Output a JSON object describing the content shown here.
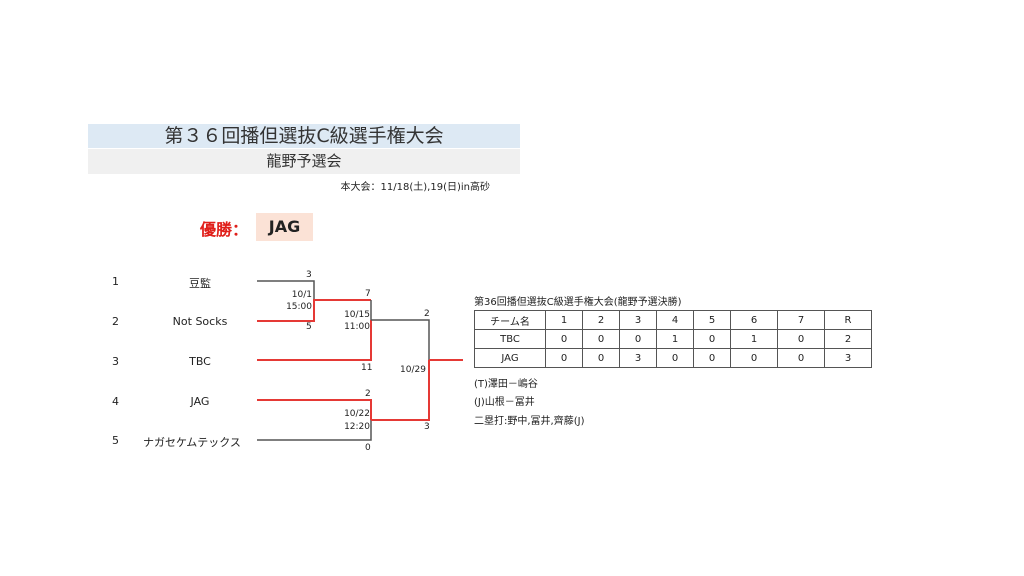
{
  "header": {
    "title": "第３６回播但選抜C級選手権大会",
    "subtitle": "龍野予選会",
    "schedule": "本大会：11/18(土),19(日)in高砂"
  },
  "winner": {
    "label": "優勝：",
    "team": "JAG"
  },
  "bracket": {
    "entries": [
      {
        "seed": "1",
        "team": "豆監"
      },
      {
        "seed": "2",
        "team": "Not Socks"
      },
      {
        "seed": "3",
        "team": "TBC"
      },
      {
        "seed": "4",
        "team": "JAG"
      },
      {
        "seed": "5",
        "team": "ナガセケムテックス"
      }
    ],
    "matches": {
      "m1": {
        "score_top": "3",
        "score_bottom": "5",
        "date": "10/1",
        "time": "15:00"
      },
      "m2": {
        "score_top": "7",
        "score_bottom": "11",
        "date": "10/15",
        "time": "11:00"
      },
      "m3": {
        "score_top": "2",
        "score_bottom": "0",
        "date": "10/22",
        "time": "12:20"
      },
      "final": {
        "score_top": "2",
        "score_bottom": "3",
        "date": "10/29"
      }
    },
    "colors": {
      "winner_line": "#e53935",
      "loser_line": "#555555"
    }
  },
  "result": {
    "title": "第36回播但選抜C級選手権大会(龍野予選決勝)",
    "headers": [
      "チーム名",
      "1",
      "2",
      "3",
      "4",
      "5",
      "6",
      "7",
      "R"
    ],
    "rows": [
      [
        "TBC",
        "0",
        "0",
        "0",
        "1",
        "0",
        "1",
        "0",
        "2"
      ],
      [
        "JAG",
        "0",
        "0",
        "3",
        "0",
        "0",
        "0",
        "0",
        "3"
      ]
    ],
    "notes": [
      "(T)澤田－嶋谷",
      "(J)山根－冨井",
      "二塁打:野中,冨井,齊藤(J)"
    ]
  }
}
